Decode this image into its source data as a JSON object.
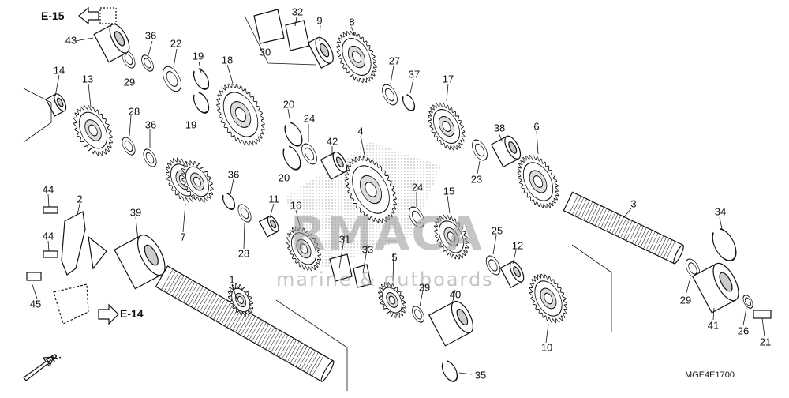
{
  "diagram": {
    "code": "MGE4E1700",
    "refs": {
      "e15": "E-15",
      "e14": "E-14",
      "front": "FR."
    },
    "watermark": {
      "brand": "RMACA",
      "sub": "marine & outboards"
    },
    "parts": {
      "p1": "1",
      "p2": "2",
      "p3": "3",
      "p4": "4",
      "p5": "5",
      "p6": "6",
      "p7": "7",
      "p8": "8",
      "p9": "9",
      "p10": "10",
      "p11": "11",
      "p12": "12",
      "p13": "13",
      "p14": "14",
      "p15": "15",
      "p16": "16",
      "p17": "17",
      "p18": "18",
      "p19a": "19",
      "p19b": "19",
      "p20a": "20",
      "p20b": "20",
      "p21": "21",
      "p22": "22",
      "p23": "23",
      "p24a": "24",
      "p24b": "24",
      "p25": "25",
      "p26": "26",
      "p27": "27",
      "p28a": "28",
      "p28b": "28",
      "p29a": "29",
      "p29b": "29",
      "p29c": "29",
      "p30": "30",
      "p31": "31",
      "p32": "32",
      "p33": "33",
      "p34": "34",
      "p35": "35",
      "p36a": "36",
      "p36b": "36",
      "p36c": "36",
      "p37": "37",
      "p38": "38",
      "p39": "39",
      "p40": "40",
      "p41": "41",
      "p42": "42",
      "p43": "43",
      "p44a": "44",
      "p44b": "44",
      "p45": "45"
    },
    "colors": {
      "ink": "#111111",
      "shade": "#8a8a8a",
      "watermark_pink": "#e89ab4"
    }
  }
}
